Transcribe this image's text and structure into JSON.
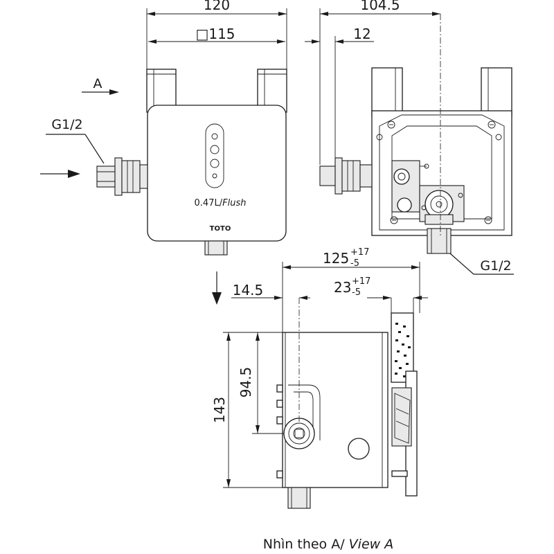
{
  "dimensions": {
    "front_width": "120",
    "front_square": "□115",
    "side_width": "104.5",
    "side_offset": "12",
    "view_a_depth": "125",
    "view_a_depth_sup": "+17",
    "view_a_depth_sub": "-5",
    "view_a_offset": "14.5",
    "view_a_wall": "23",
    "view_a_wall_sup": "+17",
    "view_a_wall_sub": "-5",
    "view_a_height": "143",
    "view_a_center_height": "94.5"
  },
  "labels": {
    "view_arrow": "A",
    "inlet_left": "G1/2",
    "inlet_right": "G1/2",
    "flush_volume_prefix": "0.47L/",
    "flush_volume_italic": "Flush",
    "brand": "TOTO",
    "caption_vi": "Nhìn theo A/ ",
    "caption_en": "View A"
  }
}
